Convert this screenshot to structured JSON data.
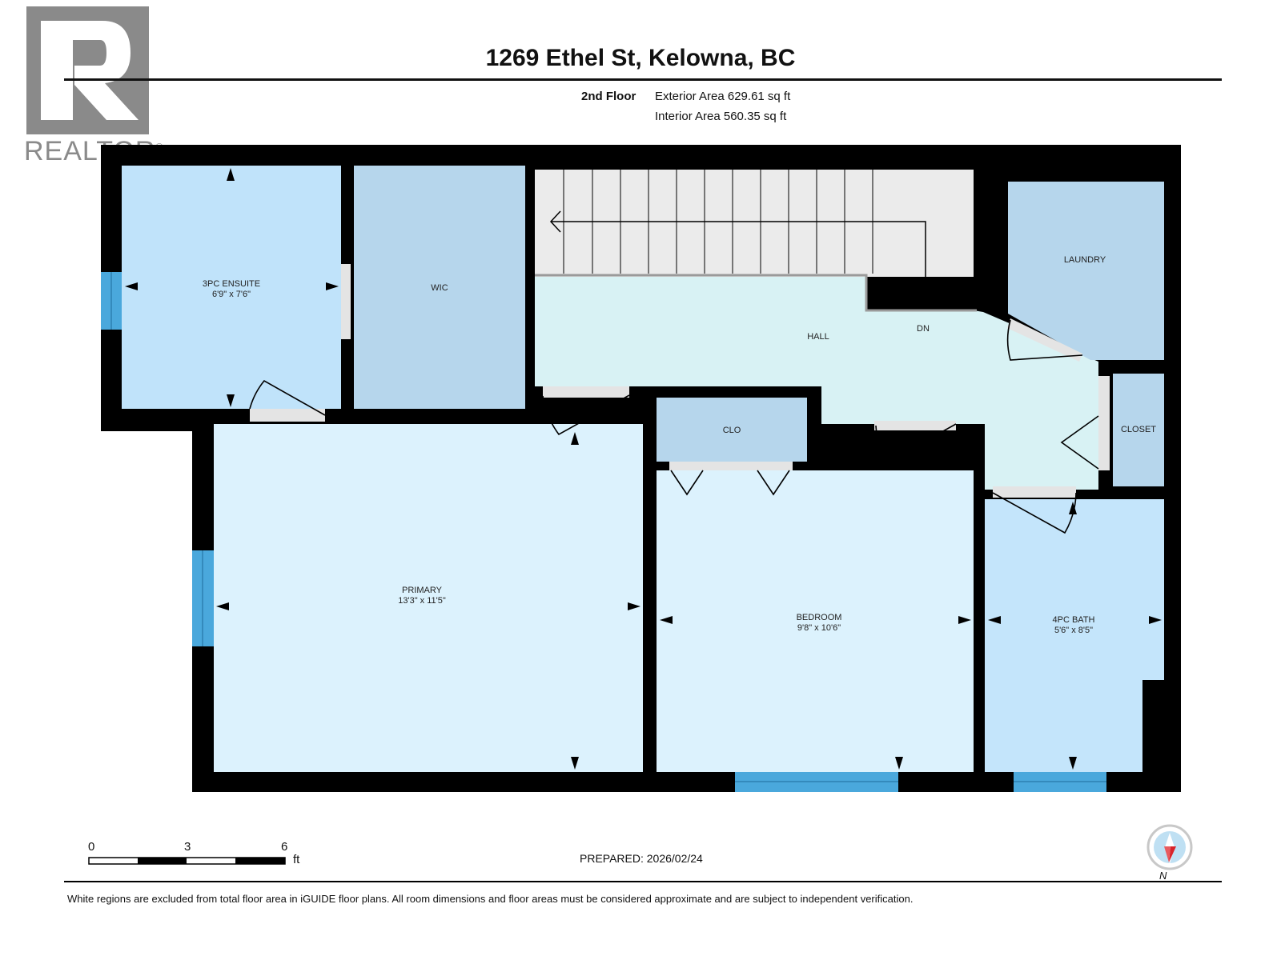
{
  "header": {
    "logo_text": "REALTOR",
    "logo_mark": "®",
    "address": "1269 Ethel St, Kelowna, BC",
    "floor_label": "2nd Floor",
    "exterior_area": "Exterior Area 629.61 sq ft",
    "interior_area": "Interior Area 560.35 sq ft"
  },
  "rooms": {
    "ensuite": {
      "name": "3PC ENSUITE",
      "dims": "6'9\" x 7'6\""
    },
    "wic": {
      "name": "WIC"
    },
    "hall": {
      "name": "HALL"
    },
    "stairs": {
      "name": "DN"
    },
    "laundry": {
      "name": "LAUNDRY"
    },
    "closet": {
      "name": "CLOSET"
    },
    "clo": {
      "name": "CLO"
    },
    "primary": {
      "name": "PRIMARY",
      "dims": "13'3\" x 11'5\""
    },
    "bedroom": {
      "name": "BEDROOM",
      "dims": "9'8\" x 10'6\""
    },
    "bath": {
      "name": "4PC BATH",
      "dims": "5'6\" x 8'5\""
    }
  },
  "colors": {
    "wall": "#000000",
    "ensuite": "#c0e3fa",
    "wic": "#b6d6ec",
    "hall": "#d8f2f4",
    "stairs": "#ebebeb",
    "laundry": "#b6d6ec",
    "primary": "#dcf2fd",
    "bedroom": "#dcf2fd",
    "bath": "#c4e5fb",
    "window": "#4aa8dc",
    "door": "#e4e4e4"
  },
  "footer": {
    "scale": [
      "0",
      "3",
      "6"
    ],
    "scale_unit": "ft",
    "prepared": "PREPARED: 2026/02/24",
    "north": "N",
    "disclaimer": "White regions are excluded from total floor area in iGUIDE floor plans. All room dimensions and floor areas must be considered approximate and are subject to independent verification."
  }
}
